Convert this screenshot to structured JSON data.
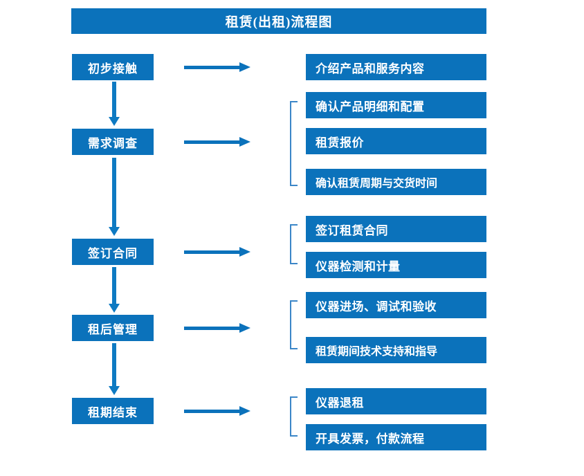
{
  "title": "租赁(出租)流程图",
  "theme": {
    "box_fill": "#0b72bb",
    "box_text": "#ffffff",
    "arrow": "#0b72bb",
    "bracket": "#3b86c8",
    "background": "#ffffff"
  },
  "stages": [
    {
      "label": "初步接触"
    },
    {
      "label": "需求调查"
    },
    {
      "label": "签订合同"
    },
    {
      "label": "租后管理"
    },
    {
      "label": "租期结束"
    }
  ],
  "details": [
    {
      "label": "介绍产品和服务内容"
    },
    {
      "label": "确认产品明细和配置"
    },
    {
      "label": "租赁报价"
    },
    {
      "label": "确认租赁周期与交货时间"
    },
    {
      "label": "签订租赁合同"
    },
    {
      "label": "仪器检测和计量"
    },
    {
      "label": "仪器进场、调试和验收"
    },
    {
      "label": "租赁期间技术支持和指导"
    },
    {
      "label": "仪器退租"
    },
    {
      "label": "开具发票，付款流程"
    }
  ],
  "flow": {
    "stage_to_detail_arrows": 5,
    "stage_to_stage_arrows": 4,
    "bracket_groups": 4
  }
}
